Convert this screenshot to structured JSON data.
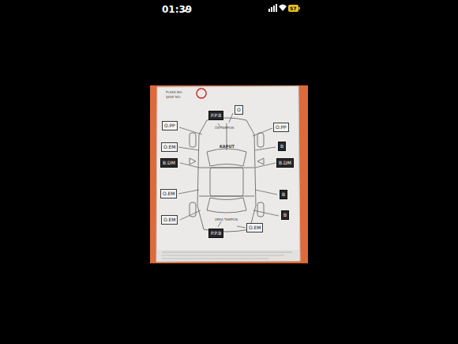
{
  "diagram": {
    "nodes": [
      {
        "text": [
          "P.P.B"
        ]
      },
      {
        "text": [
          "O"
        ]
      },
      {
        "text": [
          "O.PP"
        ]
      },
      {
        "text": [
          "O.PP"
        ]
      },
      {
        "text": [
          "O.EM"
        ]
      },
      {
        "text": [
          "B"
        ]
      },
      {
        "text": [
          "B.DM"
        ]
      },
      {
        "text": [
          "B.DM"
        ]
      },
      {
        "text": [
          "O.EM"
        ]
      },
      {
        "text": [
          "B"
        ]
      },
      {
        "text": [
          "O.EM"
        ]
      },
      {
        "text": [
          "B"
        ]
      },
      {
        "text": [
          "O.EM"
        ]
      },
      {
        "text": [
          "P.P.B"
        ]
      }
    ],
    "edges": [],
    "labels": [
      "01:39",
      "57",
      "PLAKA NO:",
      "ŞASE NO:",
      "ÖN TAMPON",
      "KAPUT",
      "ARKA TAMPON"
    ]
  }
}
